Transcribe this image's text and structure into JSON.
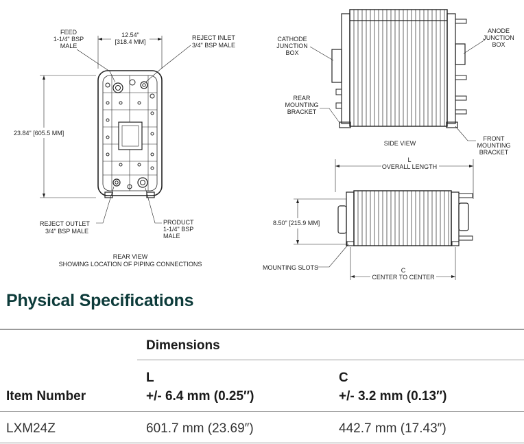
{
  "drawing": {
    "rear": {
      "width_dim": "12.54\"",
      "width_dim_mm": "[318.4 MM]",
      "height_dim": "23.84\" [605.5 MM]",
      "feed": [
        "FEED",
        "1-1/4\" BSP",
        "MALE"
      ],
      "reject_inlet": [
        "REJECT INLET",
        "3/4\" BSP MALE"
      ],
      "reject_outlet": [
        "REJECT OUTLET",
        "3/4\" BSP MALE"
      ],
      "product": [
        "PRODUCT",
        "1-1/4\" BSP",
        "MALE"
      ],
      "caption": [
        "REAR VIEW",
        "SHOWING LOCATION OF PIPING CONNECTIONS"
      ]
    },
    "side": {
      "cathode": [
        "CATHODE",
        "JUNCTION",
        "BOX"
      ],
      "anode": [
        "ANODE",
        "JUNCTION",
        "BOX"
      ],
      "rear_bracket": [
        "REAR",
        "MOUNTING",
        "BRACKET"
      ],
      "front_bracket": [
        "FRONT",
        "MOUNTING",
        "BRACKET"
      ],
      "caption": "SIDE VIEW"
    },
    "top": {
      "length_letter": "L",
      "length_label": "OVERALL LENGTH",
      "height_dim": "8.50\" [215.9 MM]",
      "slots": "MOUNTING SLOTS",
      "center_letter": "C",
      "center_label": "CENTER TO CENTER"
    }
  },
  "specs": {
    "title": "Physical Specifications",
    "group_header": "Dimensions",
    "col_item": "Item Number",
    "col_l_letter": "L",
    "col_l_tol": "+/- 6.4 mm (0.25″)",
    "col_c_letter": "C",
    "col_c_tol": "+/- 3.2 mm (0.13″)",
    "rows": [
      {
        "item": "LXM24Z",
        "l": "601.7 mm (23.69″)",
        "c": "442.7 mm (17.43″)"
      }
    ]
  }
}
